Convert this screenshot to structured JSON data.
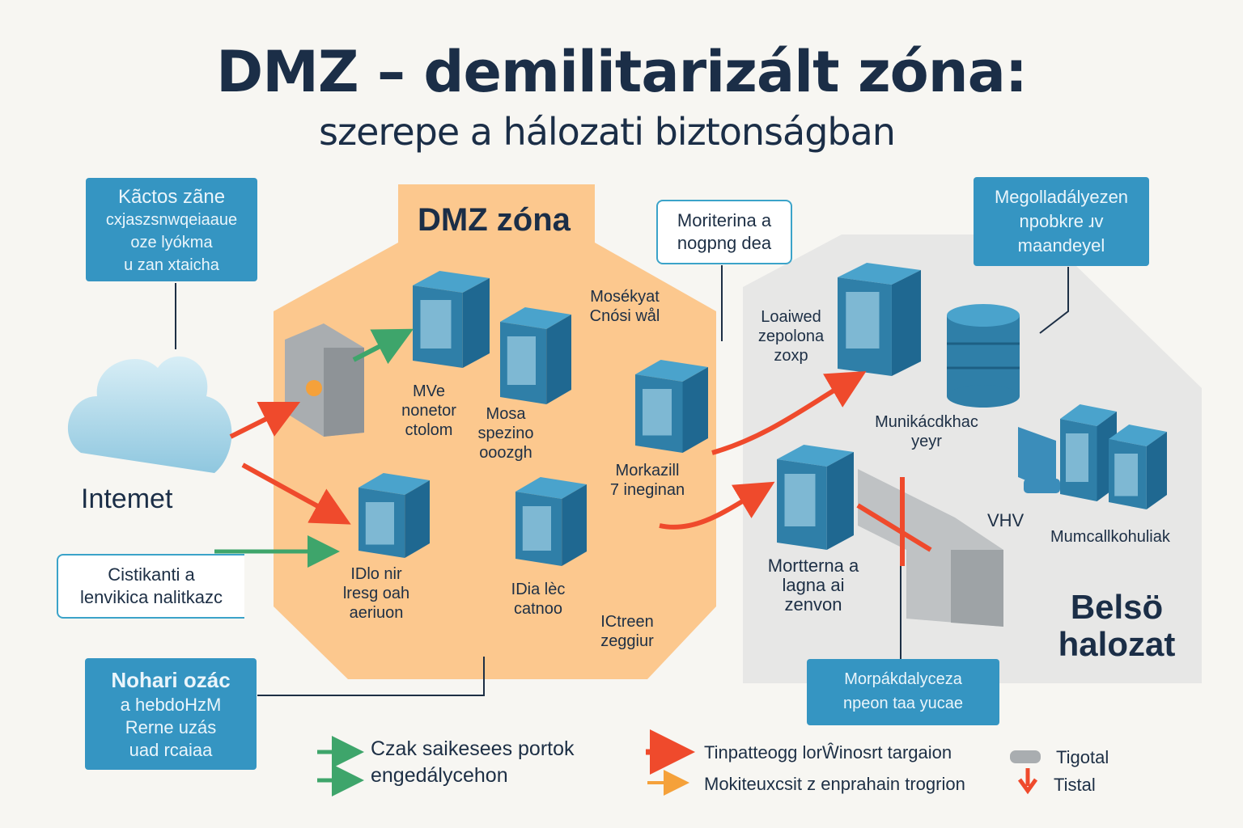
{
  "title": "DMZ – demilitarizált zóna:",
  "subtitle": "szerepe a hálozati biztonságban",
  "zones": {
    "dmz": "DMZ zóna",
    "internal": [
      "Belsö",
      "halozat"
    ],
    "internet": "Intemet"
  },
  "callouts": {
    "top_left": {
      "heading": "Kãctos zãne",
      "lines": [
        "cxjaszsnwqeiaaue",
        "oze lyókma",
        "u zan xtaicha"
      ]
    },
    "top_center": {
      "lines": [
        "Moriterina a",
        "nogpng dea"
      ]
    },
    "top_right": {
      "lines": [
        "Megolladályezen",
        "npobkre ɹv",
        "maandeyel"
      ]
    },
    "left_mid": {
      "lines": [
        "Cistikanti a",
        "lenvikica nalitkazc"
      ]
    },
    "bottom_left": {
      "heading": "Nohari ozác",
      "lines": [
        "a hebdoHzM",
        "Rerne uzás",
        "uad rcaiaa"
      ]
    },
    "bottom_right": {
      "lines": [
        "Morpákdalyceza",
        "npeon taa yucae"
      ]
    }
  },
  "labels": {
    "mv": [
      "MVe",
      "nonetor",
      "ctolom"
    ],
    "mosa": [
      "Mosa",
      "spezino",
      "ooozgh"
    ],
    "mosekvat": [
      "Mosékyat",
      "Cnósi wål"
    ],
    "morkazil": [
      "Morkazill",
      "7 ineginan"
    ],
    "idio": [
      "IDlo nir",
      "lresg oah",
      "aeriuon"
    ],
    "idia": [
      "IDia lèc",
      "catnoo"
    ],
    "icreen": [
      "ICtreen",
      "zeggiur"
    ],
    "loaiwed": [
      "Loaiwed",
      "zepolona",
      "zoxp"
    ],
    "munika": [
      "Munikácdkhac",
      "yeyr"
    ],
    "mortterna": [
      "Mortterna a",
      "lagna ai",
      "zenvon"
    ],
    "vhv": "VHV",
    "mumcall": "Mumcallkohuliak"
  },
  "legend": {
    "green": [
      "Czak saikesees portok",
      "engedálycehon"
    ],
    "red": "Tinpatteogg lorŴinosrt targaion",
    "orange": "Mokiteuxcsit z enprahain trogrion",
    "gray": "Tigotal",
    "down": "Tistal"
  },
  "colors": {
    "dmz": "#fcc88e",
    "internal": "#e7e7e6",
    "box": "#3595c2",
    "server": "#2f7fa8",
    "green": "#3ea56b",
    "red": "#ef4a2c",
    "orange": "#f5a13a",
    "title": "#1b2e47"
  }
}
